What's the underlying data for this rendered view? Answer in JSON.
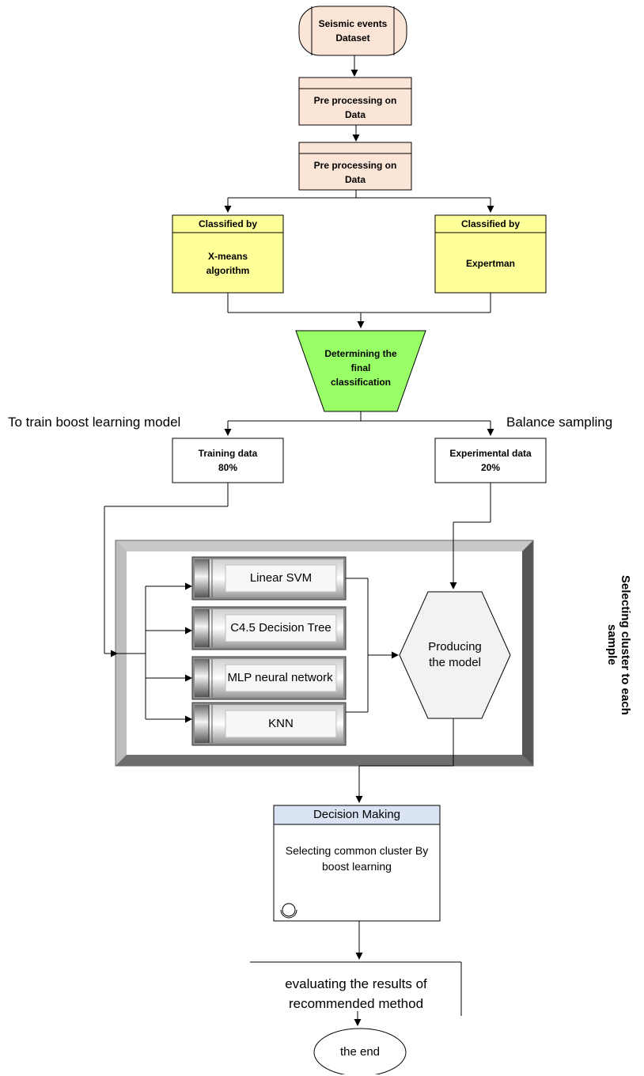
{
  "dataset": "Seismic events Dataset",
  "preprocess1": "Pre processing on Data",
  "preprocess2": "Pre processing on Data",
  "classified_left": {
    "header": "Classified by",
    "body": "X-means algorithm"
  },
  "classified_right": {
    "header": "Classified by",
    "body": "Expertman"
  },
  "final_classification": "Determining the final classification",
  "label_train": "To train boost learning model",
  "label_balance": "Balance sampling",
  "training_data": {
    "line1": "Training data",
    "line2": "80%"
  },
  "experimental_data": {
    "line1": "Experimental data",
    "line2": "20%"
  },
  "models": [
    "Linear SVM",
    "C4.5 Decision Tree",
    "MLP neural network",
    "KNN"
  ],
  "producing_model": "Producing the model",
  "side_label": "Selecting cluster to each sample",
  "decision": {
    "header": "Decision Making",
    "body": "Selecting common cluster By boost learning"
  },
  "evaluate": "evaluating the results of recommended method",
  "end": "the end",
  "colors": {
    "peach": "#fbe5d6",
    "yellow": "#ffff99",
    "green": "#99ff66",
    "blue_header": "#dae3f3",
    "gray": "#f2f2f2"
  }
}
